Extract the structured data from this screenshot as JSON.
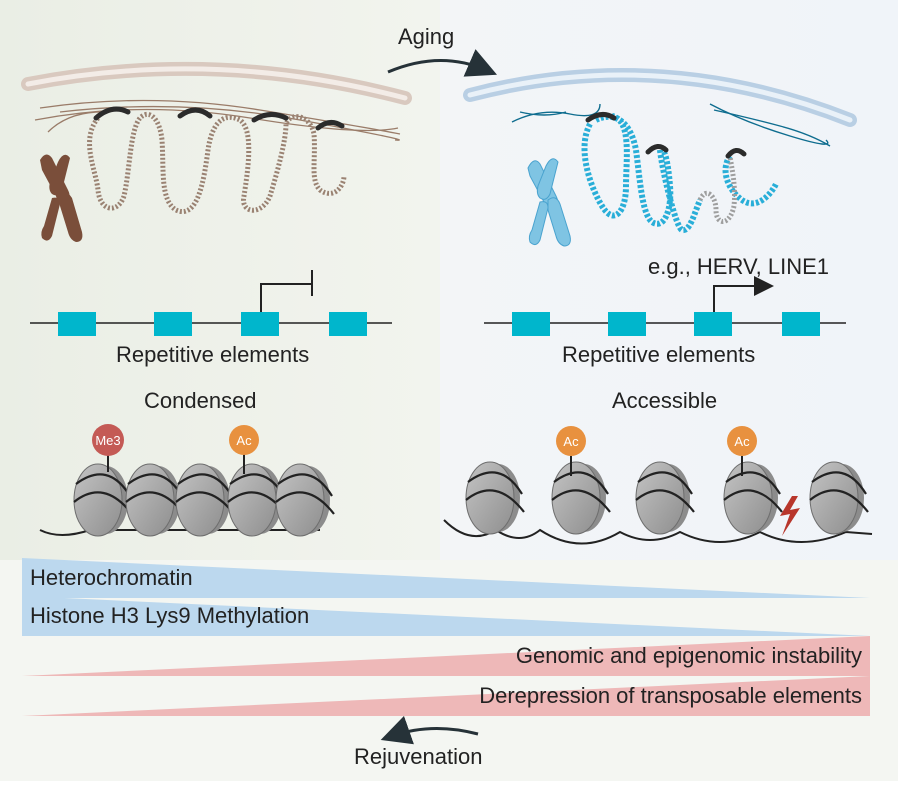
{
  "labels": {
    "aging": "Aging",
    "rejuvenation": "Rejuvenation",
    "example_te": "e.g., HERV, LINE1",
    "repetitive_left": "Repetitive elements",
    "repetitive_right": "Repetitive elements",
    "condensed": "Condensed",
    "accessible": "Accessible"
  },
  "marks": {
    "me3": "Me3",
    "ac": "Ac"
  },
  "gradients": [
    {
      "label": "Heterochromatin",
      "direction": "decreasing",
      "color": "#bcd8ee"
    },
    {
      "label": "Histone H3 Lys9 Methylation",
      "direction": "decreasing",
      "color": "#bcd8ee"
    },
    {
      "label": "Genomic and epigenomic instability",
      "direction": "increasing",
      "color": "#eeb8b8"
    },
    {
      "label": "Derepression of transposable elements",
      "direction": "increasing",
      "color": "#eeb8b8"
    }
  ],
  "colors": {
    "left_panel_bg": "#eef1ea",
    "right_panel_bg": "#f1f4f8",
    "young_chromatin": "#9a8272",
    "aged_chromatin": "#29aed8",
    "aged_chromosome": "#7fc4e3",
    "young_chromosome": "#7a4e3a",
    "repeat_box": "#00b6cc",
    "nucleosome": "#a8a8a8",
    "me3": "#c45a55",
    "ac": "#e8913f",
    "dna_break": "#b8362b"
  }
}
